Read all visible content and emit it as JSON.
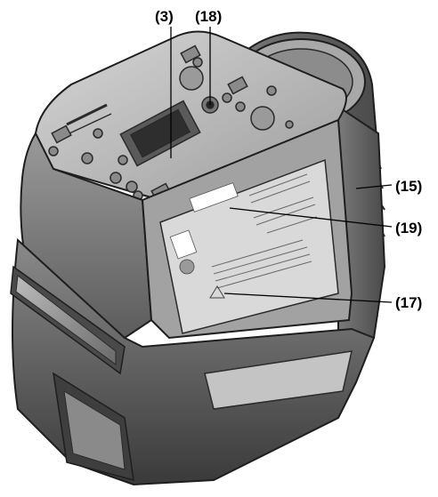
{
  "figure": {
    "subject": "cross-line laser level",
    "colors": {
      "body_light": "#c8c8c8",
      "body_mid": "#9a9a9a",
      "body_dark": "#6e6e6e",
      "body_darkest": "#3c3c3c",
      "label_bg": "#d9d9d9",
      "outline": "#1e1e1e"
    }
  },
  "callouts": [
    {
      "id": "3",
      "text": "(3)"
    },
    {
      "id": "18",
      "text": "(18)"
    },
    {
      "id": "15",
      "text": "(15)"
    },
    {
      "id": "19",
      "text": "(19)"
    },
    {
      "id": "17",
      "text": "(17)"
    }
  ]
}
